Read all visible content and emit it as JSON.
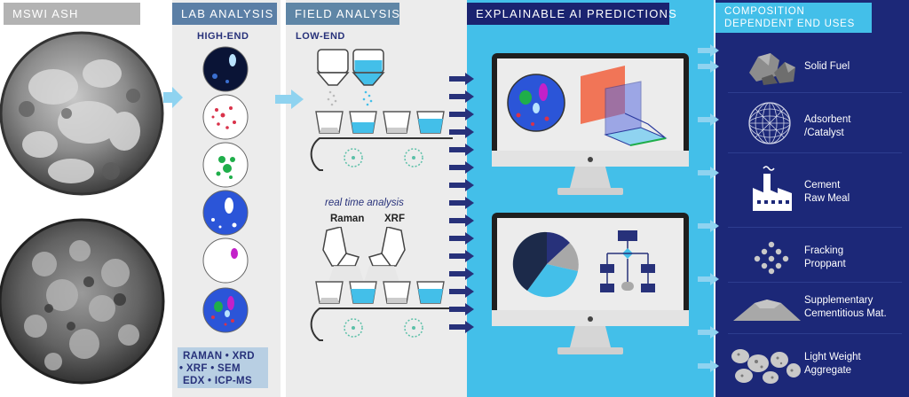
{
  "headers": {
    "mswi": "MSWI ASH",
    "lab": "LAB ANALYSIS",
    "field": "FIELD ANALYSIS",
    "ai": "EXPLAINABLE AI PREDICTIONS",
    "end_uses": "COMPOSITION\nDEPENDENT END USES"
  },
  "lab": {
    "subtitle": "HIGH-END",
    "techniques": [
      "RAMAN • XRD",
      "• XRF • SEM",
      "EDX • ICP-MS"
    ]
  },
  "field": {
    "subtitle": "LOW-END",
    "realtime": "real time analysis",
    "raman": "Raman",
    "xrf": "XRF"
  },
  "end_uses": [
    {
      "label": "Solid Fuel",
      "icon": "rocks-icon"
    },
    {
      "label": "Adsorbent\n/Catalyst",
      "icon": "geodesic-sphere-icon"
    },
    {
      "label": "Cement\nRaw Meal",
      "icon": "factory-icon"
    },
    {
      "label": "Fracking\nProppant",
      "icon": "dots-icon"
    },
    {
      "label": "Supplementary\nCementitious Mat.",
      "icon": "powder-pile-icon"
    },
    {
      "label": "Light Weight\nAggregate",
      "icon": "aggregate-icon"
    }
  ],
  "colors": {
    "mswi_header": "#b3b3b3",
    "lab_header": "#5b7fa6",
    "field_header": "#5f86a6",
    "ai_bg": "#43bfe9",
    "ai_header": "#1a2370",
    "end_bg": "#1c2878",
    "navy": "#27317a"
  }
}
